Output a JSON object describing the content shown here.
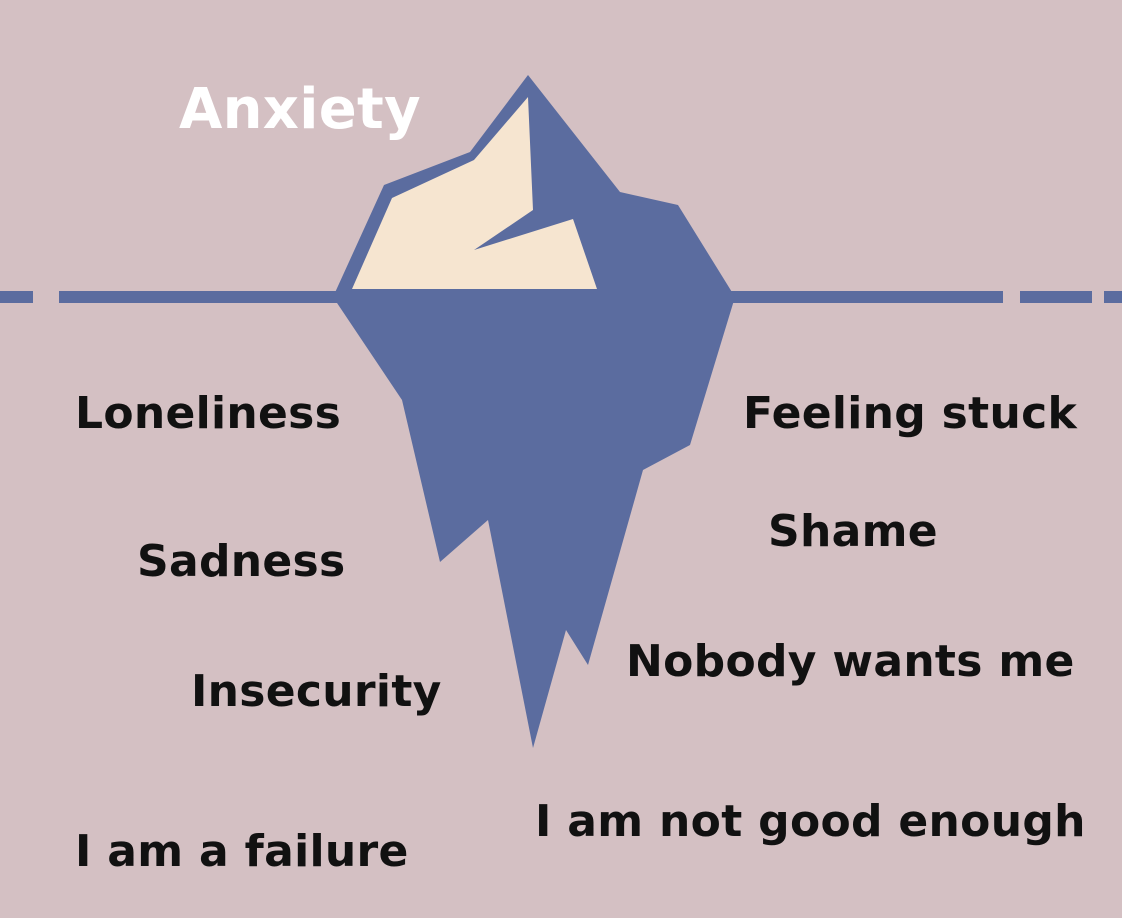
{
  "title": "Anxiety",
  "left_labels": [
    "Loneliness",
    "Sadness",
    "Insecurity",
    "I am a failure"
  ],
  "right_labels": [
    "Feeling stuck",
    "Shame",
    "Nobody wants me",
    "I am not good enough"
  ],
  "colors": {
    "background": "#d4c0c3",
    "iceberg": "#5b6c9f",
    "iceberg_tip": "#f6e5d0",
    "text": "#111111",
    "title_text": "#ffffff"
  }
}
